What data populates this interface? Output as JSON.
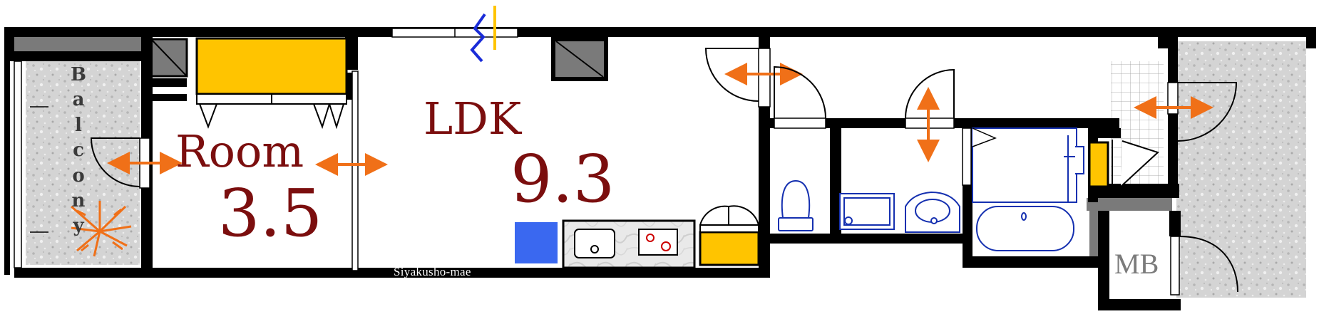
{
  "plan": {
    "balcony_label": "Balcony",
    "room": {
      "name": "Room",
      "area": "3.5"
    },
    "ldk": {
      "name": "LDK",
      "area": "9.3"
    },
    "meter_box": "MB",
    "station_label": "Siyakusho-mae"
  },
  "colors": {
    "wall": "#000000",
    "label_text": "#7b0e0e",
    "storage": "#ffc400",
    "door_arrow": "#f07018",
    "fixture_line": "#1530b0",
    "fridge": "#3a68f0",
    "window_mark": "#1a2cd8",
    "pillar": "#7a7a7a"
  }
}
